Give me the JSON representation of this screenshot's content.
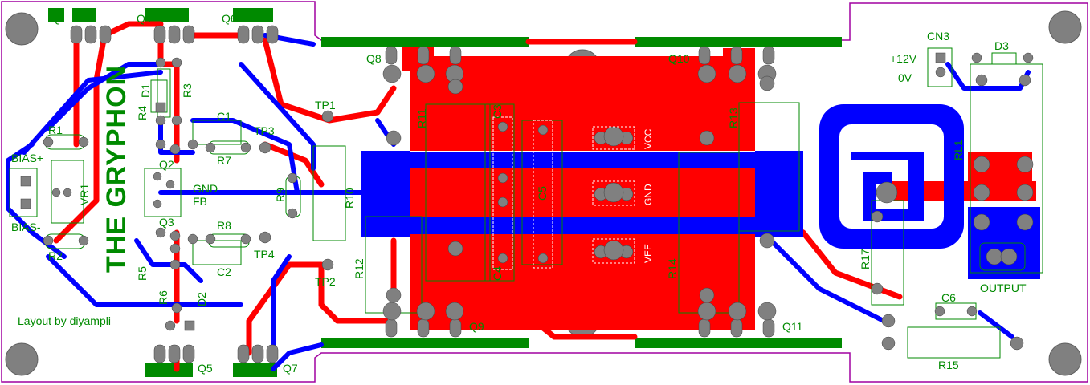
{
  "board": {
    "title": "THE GRYPHON",
    "credit": "Layout by diyampli"
  },
  "labels": {
    "q1": "Q1",
    "q4": "Q4",
    "q6": "Q6",
    "q8": "Q8",
    "q10": "Q10",
    "q2": "Q2",
    "q3": "Q3",
    "q5": "Q5",
    "q7": "Q7",
    "q9": "Q9",
    "q11": "Q11",
    "r1": "R1",
    "r2": "R2",
    "r3": "R3",
    "r4": "R4",
    "r5": "R5",
    "r6": "R6",
    "r7": "R7",
    "r8": "R8",
    "r9": "R9",
    "r10": "R10",
    "r11": "R11",
    "r12": "R12",
    "r13": "R13",
    "r14": "R14",
    "r15": "R15",
    "r17": "R17",
    "c1": "C1",
    "c2": "C2",
    "c3": "C3",
    "c4": "C4",
    "c5": "C5",
    "c6": "C6",
    "d1": "D1",
    "d2": "D2",
    "d3": "D3",
    "vr1": "VR1",
    "rl1": "RL1",
    "cn3": "CN3",
    "tp1": "TP1",
    "tp2": "TP2",
    "tp3": "TP3",
    "tp4": "TP4",
    "bias_plus": "BIAS+",
    "bias_minus": "BIAS-",
    "gnd": "GND",
    "fb": "FB",
    "plus12v": "+12V",
    "zero_v": "0V",
    "output": "OUTPUT",
    "vcc": "VCC",
    "gnd_rail": "GND",
    "vee": "VEE"
  },
  "colors": {
    "top_copper": "#ff0000",
    "bottom_copper": "#0000ff",
    "silkscreen": "#008a00",
    "outline": "#a000a0",
    "pad": "#808080"
  }
}
